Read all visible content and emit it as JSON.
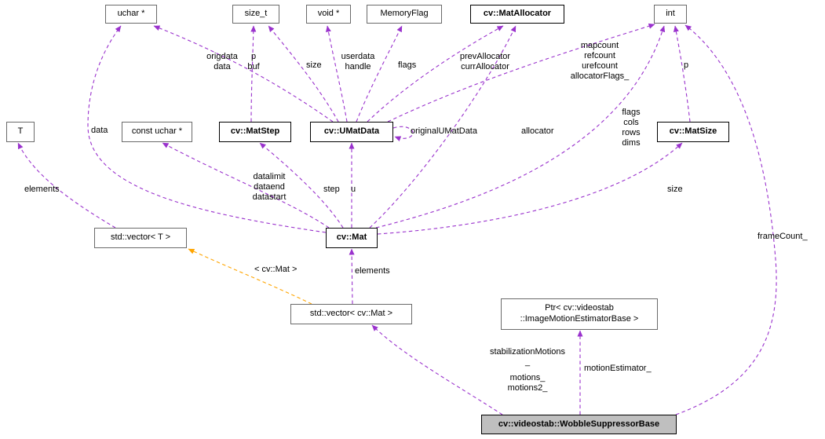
{
  "colors": {
    "edge": "#9a32cd",
    "template_edge": "#ffa500",
    "main_node_bg": "#bfbfbf",
    "node_border": "#6a6a6a",
    "linked_node_border": "#000000"
  },
  "nodes": {
    "uchar_ptr": {
      "label": "uchar *"
    },
    "size_t": {
      "label": "size_t"
    },
    "void_ptr": {
      "label": "void *"
    },
    "memory_flag": {
      "label": "MemoryFlag"
    },
    "mat_allocator": {
      "label": "cv::MatAllocator"
    },
    "int_node": {
      "label": "int"
    },
    "t_node": {
      "label": "T"
    },
    "const_uchar": {
      "label": "const uchar *"
    },
    "mat_step": {
      "label": "cv::MatStep"
    },
    "umat_data": {
      "label": "cv::UMatData"
    },
    "mat_size": {
      "label": "cv::MatSize"
    },
    "vector_t": {
      "label": "std::vector< T >"
    },
    "mat": {
      "label": "cv::Mat"
    },
    "vector_mat": {
      "label": "std::vector< cv::Mat >"
    },
    "ptr_ime": {
      "label": "Ptr< cv::videostab\n::ImageMotionEstimatorBase >"
    },
    "wobble": {
      "label": "cv::videostab::WobbleSuppressorBase"
    }
  },
  "edge_labels": {
    "umat_uchar": "origdata\ndata",
    "matstep_sizet": "p\nbuf",
    "umat_sizet": "size",
    "umat_void": "userdata\nhandle",
    "umat_memflag": "flags",
    "umat_alloc": "prevAllocator\ncurrAllocator",
    "umat_int": "mapcount\nrefcount\nurefcount\nallocatorFlags_",
    "matsize_int": "p",
    "mat_uchar": "data",
    "umat_self": "originalUMatData",
    "mat_alloc": "allocator",
    "mat_int": "flags\ncols\nrows\ndims",
    "vect_t": "elements",
    "mat_constuchar": "datalimit\ndataend\ndatastart",
    "mat_step": "step",
    "mat_umat": "u",
    "mat_size": "size",
    "wobble_int": "frameCount_",
    "template_inst": "< cv::Mat >",
    "vecmat_mat": "elements",
    "wobble_vecmat_a": "stabilizationMotions\n_",
    "wobble_vecmat_b": "motions_\nmotions2_",
    "wobble_ptr": "motionEstimator_"
  }
}
